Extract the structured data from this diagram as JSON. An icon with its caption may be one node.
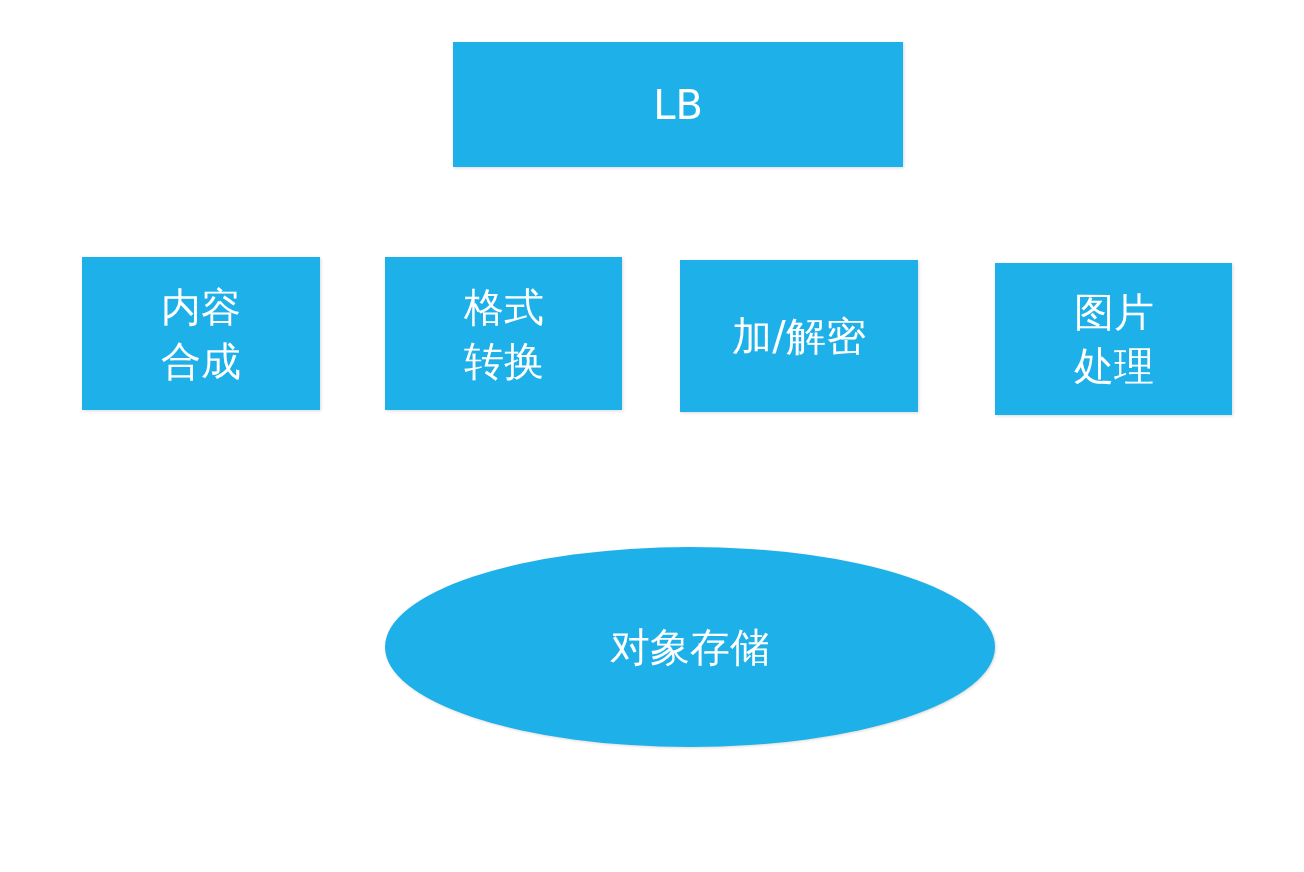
{
  "diagram": {
    "nodes": [
      {
        "text": [
          "LB"
        ]
      },
      {
        "text": [
          "内容合成"
        ]
      },
      {
        "text": [
          "格式转换"
        ]
      },
      {
        "text": [
          "加/解密"
        ]
      },
      {
        "text": [
          "图片处理"
        ]
      },
      {
        "text": [
          "对象存储"
        ]
      }
    ]
  }
}
